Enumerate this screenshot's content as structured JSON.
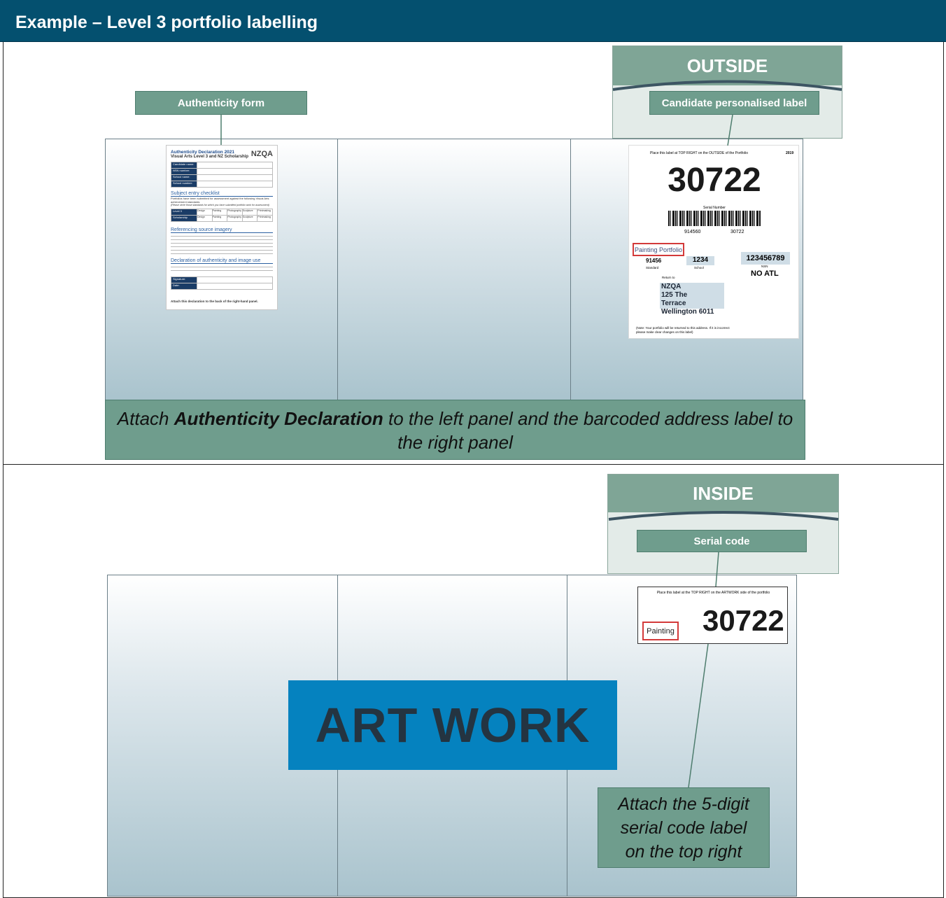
{
  "header": {
    "title": "Example – Level 3 portfolio labelling"
  },
  "outside": {
    "heading": "OUTSIDE",
    "authenticity_callout": "Authenticity form",
    "label_callout": "Candidate personalised label",
    "instruction": {
      "before": "Attach ",
      "bold": "Authenticity Declaration",
      "after": " to the left panel and the barcoded address label to the right panel"
    },
    "auth_form": {
      "title": "Authenticity Declaration 2021",
      "subtitle": "Visual Arts Level 3 and NZ Scholarship",
      "logo": "NZQA",
      "fields": [
        "Candidate name:",
        "NSN number:",
        "School name:",
        "School number:"
      ],
      "section1": "Subject entry checklist",
      "section1_text": "Portfolios have been submitted for assessment against the following Visual Arts achievement standards",
      "section1_note": "(Please circle those standards for which you have submitted portfolio work for assessment)",
      "table": [
        [
          "Level 3",
          "Design",
          "Painting",
          "Photography",
          "Sculpture",
          "Printmaking"
        ],
        [
          "Scholarship",
          "Design",
          "Painting",
          "Photography",
          "Sculpture",
          "Printmaking"
        ]
      ],
      "section2": "Referencing source imagery",
      "section3": "Declaration of authenticity and image use",
      "sign_fields": [
        "Signature:",
        "Date:"
      ],
      "footer": "Attach this declaration to the back of the right-hand panel."
    },
    "address_label": {
      "top_text": "Place this label at TOP RIGHT on the OUTSIDE of the Portfolio",
      "year": "2019",
      "serial": "30722",
      "serial_caption": "Serial Number",
      "barcode_left": "914560",
      "barcode_right": "30722",
      "portfolio_type": "Painting Portfolio",
      "standard": "91456",
      "standard_caption": "Standard",
      "school": "1234",
      "school_caption": "School",
      "nsn": "123456789",
      "nsn_caption": "NSN",
      "atl": "NO ATL",
      "return_caption": "Return to",
      "address": [
        "NZQA",
        "125 The",
        "Terrace",
        "Wellington 6011"
      ],
      "note": "(Note: Your portfolio will be returned to this address. If it is incorrect please make clear changes on this label)"
    }
  },
  "inside": {
    "heading": "INSIDE",
    "serial_callout": "Serial code",
    "serial_label": {
      "top_text": "Place this label at the TOP RIGHT on the ARTWORK side of the portfolio",
      "type": "Painting",
      "serial": "30722"
    },
    "artwork": "ART WORK",
    "instruction": [
      "Attach the 5-digit",
      "serial code label",
      "on the top right"
    ]
  }
}
